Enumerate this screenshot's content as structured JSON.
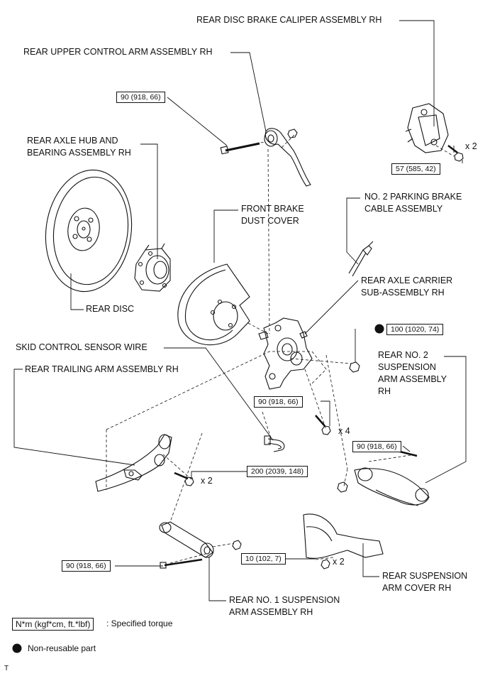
{
  "labels": {
    "caliper": "REAR DISC BRAKE CALIPER ASSEMBLY RH",
    "upper_arm": "REAR UPPER CONTROL ARM ASSEMBLY RH",
    "hub": "REAR AXLE HUB AND\nBEARING ASSEMBLY RH",
    "parking_cable": "NO. 2 PARKING BRAKE\nCABLE ASSEMBLY",
    "dust_cover": "FRONT BRAKE\nDUST COVER",
    "carrier": "REAR AXLE CARRIER\nSUB-ASSEMBLY RH",
    "rear_disc": "REAR DISC",
    "skid_wire": "SKID CONTROL SENSOR WIRE",
    "trailing_arm": "REAR TRAILING ARM ASSEMBLY RH",
    "no2_arm": "REAR NO. 2\nSUSPENSION\nARM ASSEMBLY\nRH",
    "arm_cover": "REAR SUSPENSION\nARM COVER RH",
    "no1_arm": "REAR NO. 1 SUSPENSION\nARM ASSEMBLY RH"
  },
  "torques": {
    "upper_arm": "90 (918, 66)",
    "caliper": "57 (585, 42)",
    "carrier_nut": "100 (1020, 74)",
    "carrier_bolts": "90 (918, 66)",
    "no2_arm": "90 (918, 66)",
    "trailing_arm": "200 (2039, 148)",
    "no1_arm": "90 (918, 66)",
    "arm_cover": "10 (102, 7)"
  },
  "quantities": {
    "caliper": "x 2",
    "carrier_bolts": "x 4",
    "trailing_arm": "x 2",
    "arm_cover": "x 2"
  },
  "legend": {
    "torque_unit": "N*m (kgf*cm, ft.*lbf)",
    "torque_desc": ": Specified torque",
    "nonreusable": "Non-reusable part"
  },
  "corner_mark": "T"
}
